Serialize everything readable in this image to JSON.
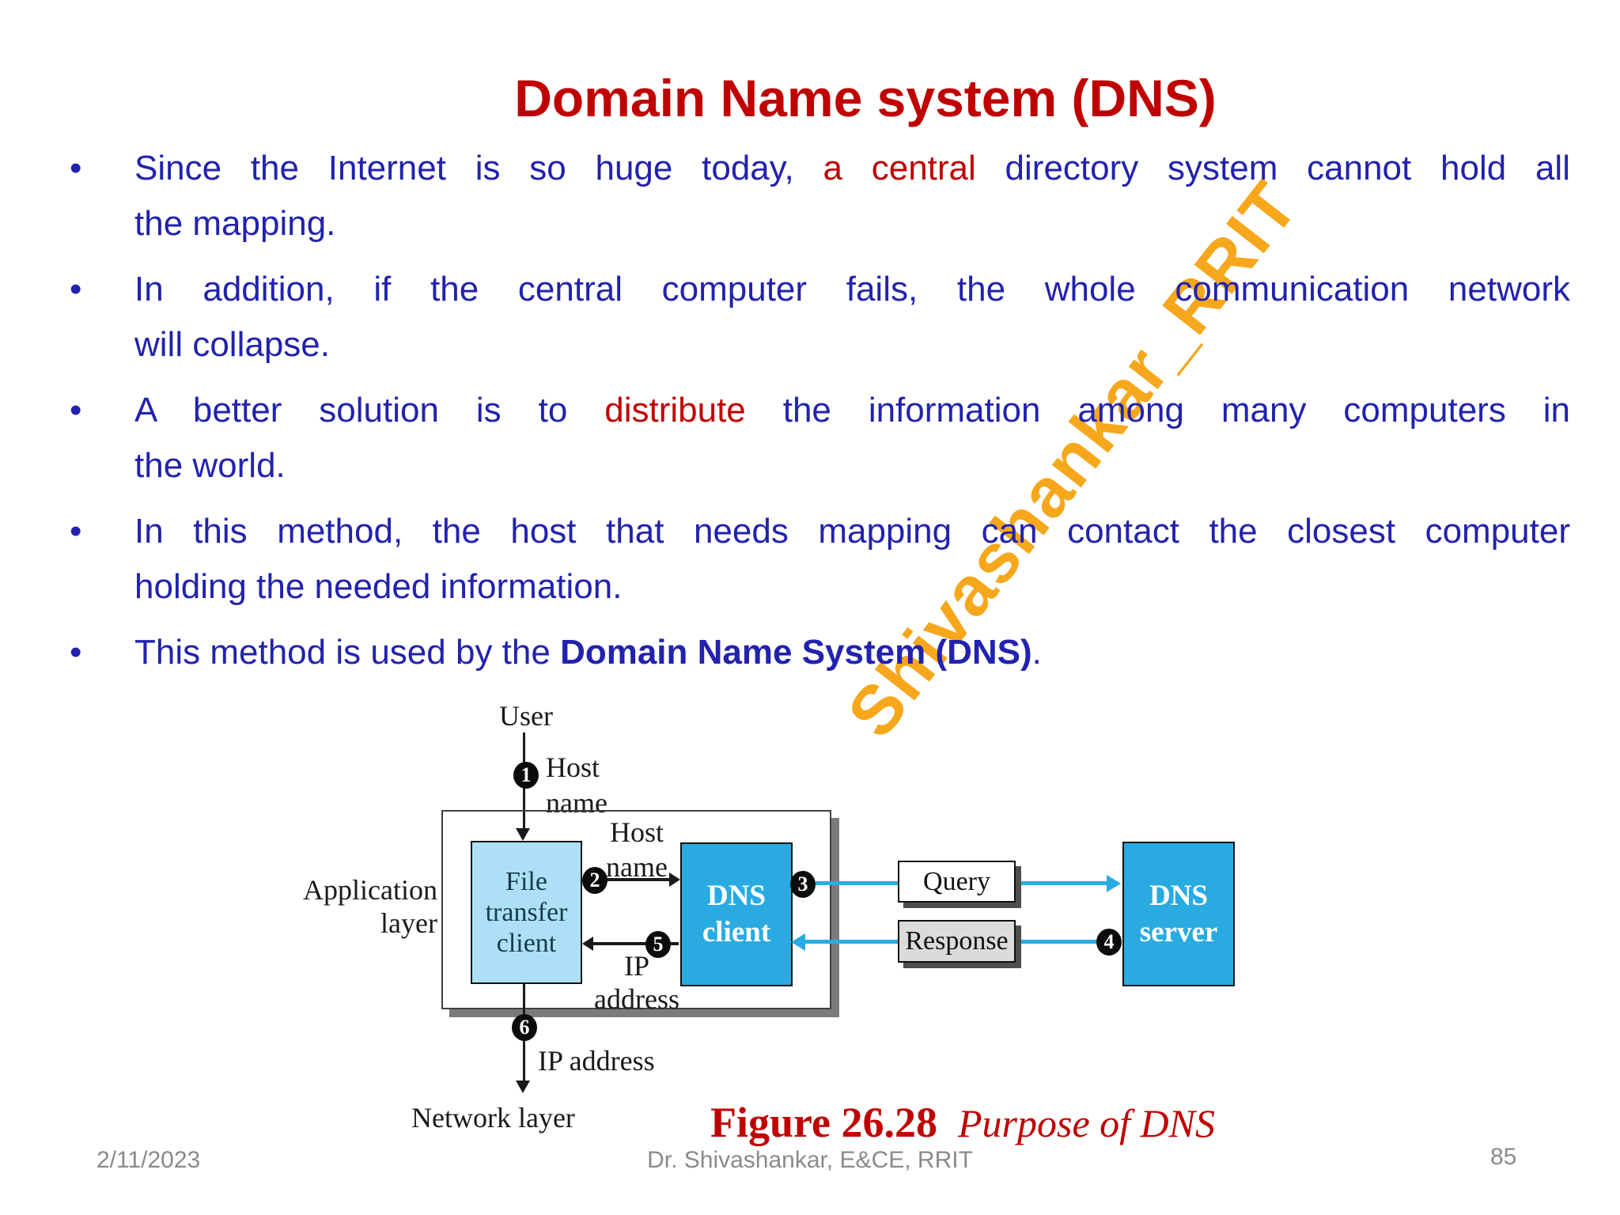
{
  "slide": {
    "title": "Domain Name system (DNS)",
    "watermark": "Shivashankar_RRIT",
    "bullets": [
      {
        "lines": [
          [
            {
              "text": "Since the Internet is so huge today, ",
              "style": "blue"
            },
            {
              "text": "a central",
              "style": "red"
            },
            {
              "text": " directory system cannot hold all",
              "style": "blue"
            }
          ],
          [
            {
              "text": "the mapping.",
              "style": "blue"
            }
          ]
        ]
      },
      {
        "lines": [
          [
            {
              "text": "In addition, if the central computer fails, the whole communication network",
              "style": "blue"
            }
          ],
          [
            {
              "text": "will collapse.",
              "style": "blue"
            }
          ]
        ]
      },
      {
        "lines": [
          [
            {
              "text": "A better solution is to ",
              "style": "blue"
            },
            {
              "text": "distribute",
              "style": "red"
            },
            {
              "text": " the information among many computers in",
              "style": "blue"
            }
          ],
          [
            {
              "text": "the world.",
              "style": "blue"
            }
          ]
        ]
      },
      {
        "lines": [
          [
            {
              "text": "In this method, the host that needs mapping can contact the closest computer",
              "style": "blue"
            }
          ],
          [
            {
              "text": "holding the needed information.",
              "style": "blue"
            }
          ]
        ]
      },
      {
        "lines": [
          [
            {
              "text": "This method is used by the ",
              "style": "blue"
            },
            {
              "text": "Domain Name System (DNS)",
              "style": "blue-bold"
            },
            {
              "text": ".",
              "style": "blue"
            }
          ]
        ]
      }
    ]
  },
  "diagram": {
    "labels": {
      "user": "User",
      "host": "Host",
      "name": "name",
      "application": "Application",
      "layer": "layer",
      "file_line1": "File",
      "file_line2": "transfer",
      "file_line3": "client",
      "dns": "DNS",
      "client": "client",
      "server": "server",
      "query": "Query",
      "response": "Response",
      "ip": "IP",
      "address": "address",
      "ip_address": "IP address",
      "network_layer": "Network layer"
    },
    "steps": [
      "1",
      "2",
      "3",
      "4",
      "5",
      "6"
    ]
  },
  "caption": {
    "figure": "Figure 26.28",
    "title": "Purpose of DNS"
  },
  "footer": {
    "date": "2/11/2023",
    "author": "Dr. Shivashankar, E&CE, RRIT",
    "page": "85"
  },
  "colors": {
    "title_red": "#C00000",
    "body_blue": "#2222AE",
    "highlight_red": "#C00000",
    "watermark_gold": "#F7A71B",
    "diagram_blue": "#29ABE2",
    "diagram_light_blue": "#ADE0F7",
    "message_gray": "#DBDBDB",
    "footer_gray": "#8A8A8A"
  }
}
